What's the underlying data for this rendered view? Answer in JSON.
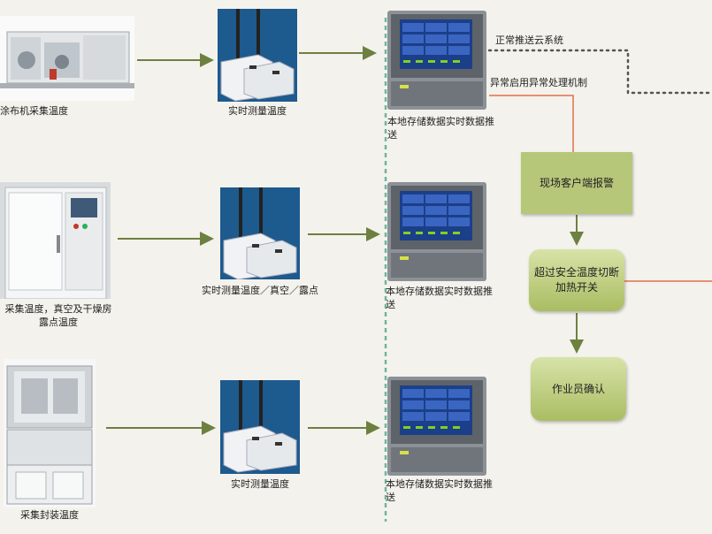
{
  "rows": [
    {
      "machine_label": "涂布机采集温度",
      "gateway_label": "实时测量温度",
      "recorder_label": "本地存储数据实时数据推送"
    },
    {
      "machine_label": "采集温度，真空及干燥房露点温度",
      "gateway_label": "实时测量温度／真空／露点",
      "recorder_label": "本地存储数据实时数据推送"
    },
    {
      "machine_label": "采集封装温度",
      "gateway_label": "实时测量温度",
      "recorder_label": "本地存储数据实时数据推送"
    }
  ],
  "cloud_push_label": "正常推送云系统",
  "anomaly_label": "异常启用异常处理机制",
  "flow_boxes": {
    "alarm": "现场客户端报警",
    "cutoff": "超过安全温度切断加热开关",
    "confirm": "作业员确认"
  },
  "colors": {
    "arrow": "#6d8040",
    "anomaly_line": "#e0704a",
    "bus_line": "#6fb5a0",
    "box_fill": "#b7c77a"
  }
}
